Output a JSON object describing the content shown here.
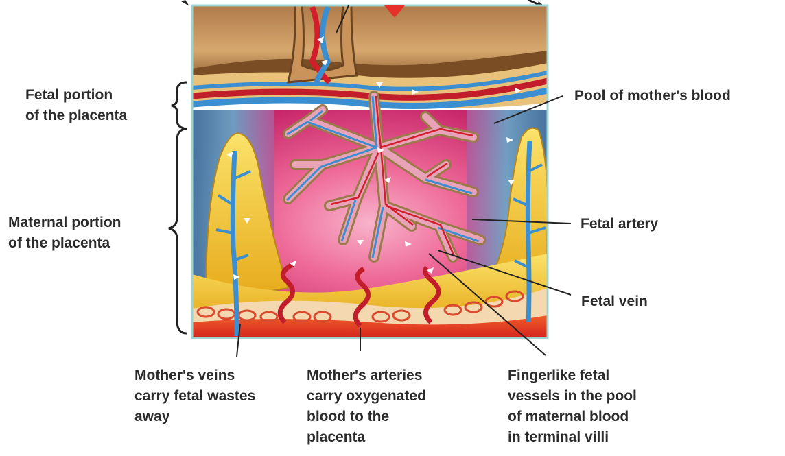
{
  "labels": {
    "fetal_portion": [
      "Fetal portion",
      "of the placenta"
    ],
    "maternal_portion": [
      "Maternal portion",
      "of the placenta"
    ],
    "pool": [
      "Pool of mother's blood"
    ],
    "fetal_artery": [
      "Fetal artery"
    ],
    "fetal_vein": [
      "Fetal vein"
    ],
    "mothers_veins": [
      "Mother's veins",
      "carry fetal wastes",
      "away"
    ],
    "mothers_arteries": [
      "Mother's arteries",
      "carry oxygenated",
      "blood to the",
      "placenta"
    ],
    "fingerlike": [
      "Fingerlike fetal",
      "vessels in the pool",
      "of maternal blood",
      "in terminal villi"
    ]
  },
  "colors": {
    "uterine_wall": "#c8965e",
    "fetal_layer": "#e8c17a",
    "maternal_pool": "#e4407a",
    "pool_center": "#f59ab8",
    "side_blue": "#6fb7d6",
    "decidua_yellow": "#f2cf2e",
    "base_red": "#e8321f",
    "vein_blue": "#3b8fd0",
    "artery_red": "#d21d2a",
    "villus_outline": "#9b7a4a",
    "frame": "#9fd3cf",
    "marker_red": "#e6302a"
  }
}
